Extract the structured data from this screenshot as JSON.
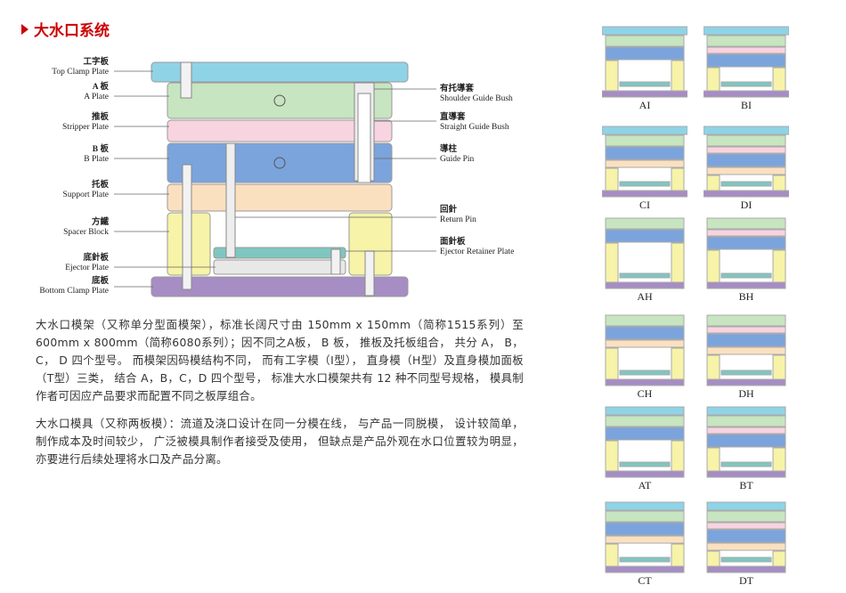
{
  "title": "大水口系统",
  "labels_left": [
    {
      "zh": "工字板",
      "en": "Top Clamp Plate"
    },
    {
      "zh": "A 板",
      "en": "A Plate"
    },
    {
      "zh": "推板",
      "en": "Stripper Plate"
    },
    {
      "zh": "B 板",
      "en": "B Plate"
    },
    {
      "zh": "托板",
      "en": "Support Plate"
    },
    {
      "zh": "方鐵",
      "en": "Spacer Block"
    },
    {
      "zh": "底針板",
      "en": "Ejector Plate"
    },
    {
      "zh": "底板",
      "en": "Bottom Clamp Plate"
    }
  ],
  "labels_right": [
    {
      "zh": "有托導套",
      "en": "Shoulder Guide Bush"
    },
    {
      "zh": "直導套",
      "en": "Straight Guide Bush"
    },
    {
      "zh": "導柱",
      "en": "Guide Pin"
    },
    {
      "zh": "回針",
      "en": "Return Pin"
    },
    {
      "zh": "面針板",
      "en": "Ejector Retainer Plate"
    }
  ],
  "paragraph1": "大水口模架（又称单分型面模架），标准长阔尺寸由 150mm x 150mm（简称1515系列）至 600mm x 800mm（简称6080系列）；因不同之A板， B 板， 推板及托板组合， 共分 A， B， C， D 四个型号。 而模架因码模结构不同， 而有工字模（I型）， 直身模（H型）及直身模加面板（T型）三类， 结合 A，B，C，D 四个型号， 标准大水口模架共有 12 种不同型号规格， 模具制作者可因应产品要求而配置不同之板厚组合。",
  "paragraph2": "大水口模具（又称两板模）：流道及浇口设计在同一分模在线， 与产品一同脱模， 设计较简单， 制作成本及时间较少， 广泛被模具制作者接受及使用， 但缺点是产品外观在水口位置较为明显， 亦要进行后续处理将水口及产品分离。",
  "thumbnails": [
    "AI",
    "BI",
    "CI",
    "DI",
    "AH",
    "BH",
    "CH",
    "DH",
    "AT",
    "BT",
    "CT",
    "DT"
  ],
  "colors": {
    "accent": "#cc0000",
    "top": "#8fd3e6",
    "a": "#c7e5c0",
    "stripper": "#f8d3e0",
    "b": "#7ba4dc",
    "support": "#fbe0c0",
    "spacer": "#f7f3a8",
    "ejector": "#7ec7c0",
    "bottom": "#a68dc3"
  }
}
